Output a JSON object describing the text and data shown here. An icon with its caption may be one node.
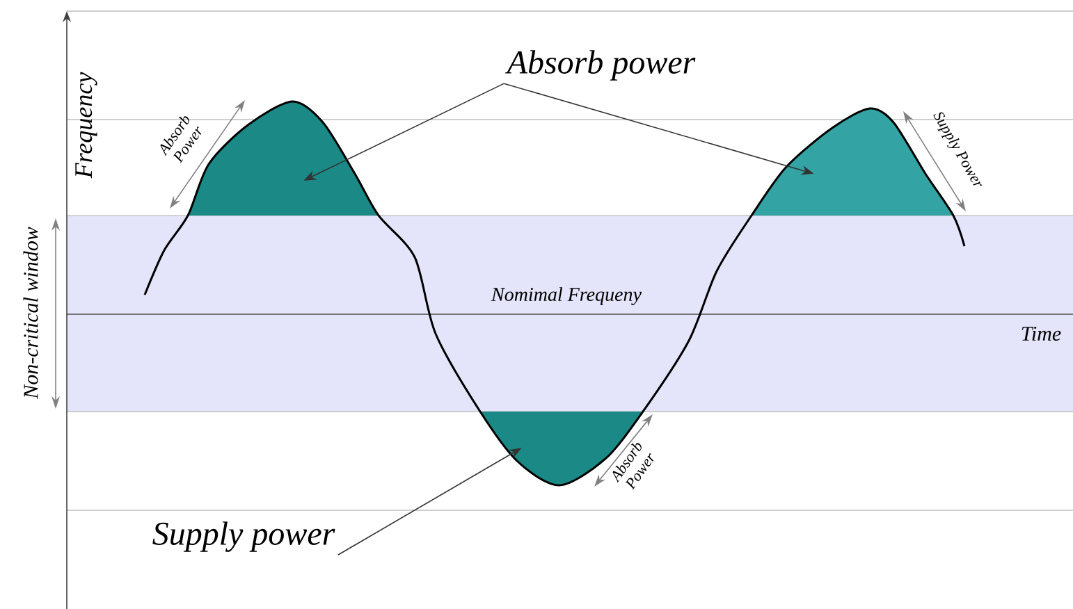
{
  "diagram": {
    "nodes": [
      {
        "text": [
          "Absorb power"
        ]
      },
      {
        "text": [
          "Supply power"
        ]
      },
      {
        "text": [],
        "shape": "area"
      },
      {
        "text": [],
        "shape": "area"
      },
      {
        "text": [],
        "shape": "area"
      }
    ],
    "edges": [
      {
        "from": 0,
        "to": 2,
        "arrow": "to"
      },
      {
        "from": 0,
        "to": 3,
        "arrow": "to"
      },
      {
        "from": 1,
        "to": 4,
        "arrow": "to"
      }
    ],
    "labels": [
      "Frequency",
      "Absorb Power",
      "Supply Power",
      "Non-critical window",
      "Nomimal Frequeny",
      "Time",
      "Absorb Power"
    ]
  }
}
